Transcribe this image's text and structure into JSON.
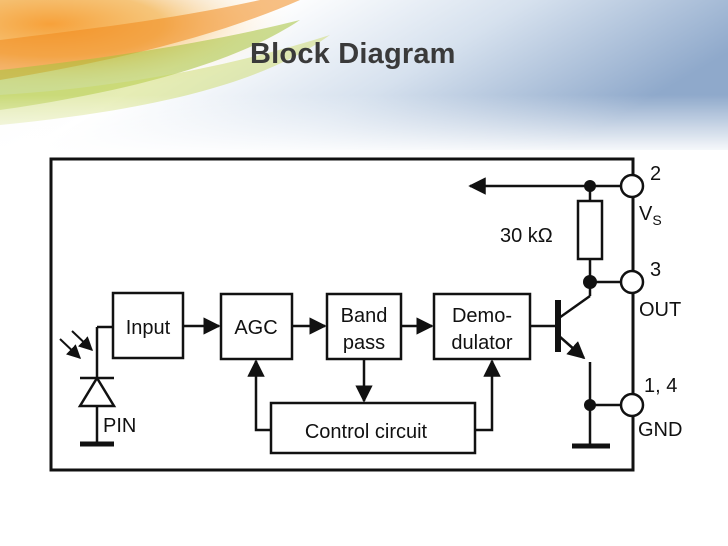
{
  "slide": {
    "title": "Block Diagram"
  },
  "diagram": {
    "blocks": {
      "input": "Input",
      "agc": "AGC",
      "bandpass_line1": "Band",
      "bandpass_line2": "pass",
      "demodulator_line1": "Demo-",
      "demodulator_line2": "dulator",
      "control": "Control circuit"
    },
    "resistor_label": "30 kΩ",
    "pins": {
      "pin2_number": "2",
      "pin2_label": "V",
      "pin2_subscript": "S",
      "pin3_number": "3",
      "pin3_label": "OUT",
      "pin14_number": "1, 4",
      "pin14_label": "GND"
    },
    "photodiode_label": "PIN"
  },
  "colors": {
    "line": "#111111",
    "background": "#ffffff",
    "accent_orange": "#f08a1e",
    "accent_green": "#a6c23a",
    "accent_blue": "#9fb6d6"
  }
}
